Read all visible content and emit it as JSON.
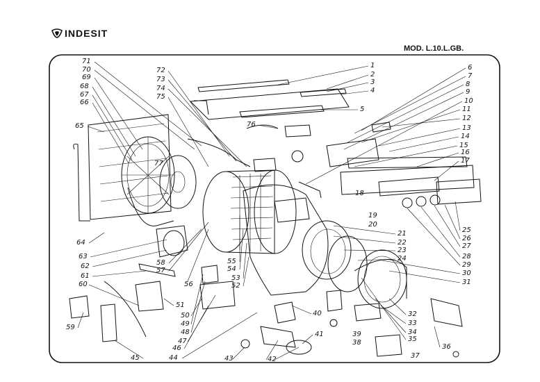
{
  "brand": {
    "name": "INDESIT",
    "logo_icon": "indesit-logo-icon"
  },
  "model": "MOD. L.10.L.GB.",
  "labels": [
    "1",
    "2",
    "3",
    "4",
    "5",
    "6",
    "7",
    "8",
    "9",
    "10",
    "11",
    "12",
    "13",
    "14",
    "15",
    "16",
    "17",
    "18",
    "19",
    "20",
    "21",
    "22",
    "23",
    "24",
    "25",
    "26",
    "27",
    "28",
    "29",
    "30",
    "31",
    "32",
    "33",
    "34",
    "35",
    "36",
    "37",
    "38",
    "39",
    "40",
    "41",
    "42",
    "43",
    "44",
    "45",
    "46",
    "47",
    "48",
    "49",
    "50",
    "51",
    "52",
    "53",
    "54",
    "55",
    "56",
    "57",
    "58",
    "59",
    "60",
    "61",
    "62",
    "63",
    "64",
    "65",
    "66",
    "67",
    "68",
    "69",
    "70",
    "71",
    "72",
    "73",
    "74",
    "75",
    "76",
    "77"
  ]
}
